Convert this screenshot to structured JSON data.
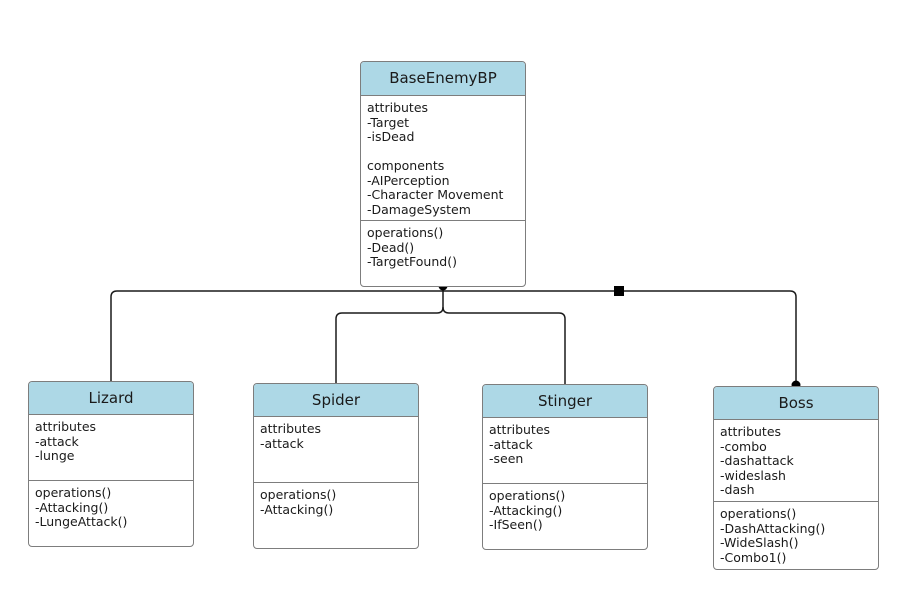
{
  "diagram": {
    "colors": {
      "header": "#add8e6",
      "border": "#7d7d7d",
      "line": "#1a1a1a"
    },
    "base": {
      "name": "BaseEnemyBP",
      "attributes_label": "attributes",
      "attributes": [
        "-Target",
        "-isDead"
      ],
      "components_label": "components",
      "components": [
        "-AIPerception",
        "-Character Movement",
        "-DamageSystem"
      ],
      "operations_label": "operations()",
      "operations": [
        "-Dead()",
        "-TargetFound()"
      ]
    },
    "children": [
      {
        "name": "Lizard",
        "attributes_label": "attributes",
        "attributes": [
          "-attack",
          "-lunge"
        ],
        "operations_label": "operations()",
        "operations": [
          "-Attacking()",
          "-LungeAttack()"
        ]
      },
      {
        "name": "Spider",
        "attributes_label": "attributes",
        "attributes": [
          "-attack"
        ],
        "operations_label": "operations()",
        "operations": [
          "-Attacking()"
        ]
      },
      {
        "name": "Stinger",
        "attributes_label": "attributes",
        "attributes": [
          "-attack",
          "-seen"
        ],
        "operations_label": "operations()",
        "operations": [
          "-Attacking()",
          "-IfSeen()"
        ]
      },
      {
        "name": "Boss",
        "attributes_label": "attributes",
        "attributes": [
          "-combo",
          "-dashattack",
          "-wideslash",
          "-dash"
        ],
        "operations_label": "operations()",
        "operations": [
          "-DashAttacking()",
          "-WideSlash()",
          "-Combo1()"
        ]
      }
    ]
  }
}
